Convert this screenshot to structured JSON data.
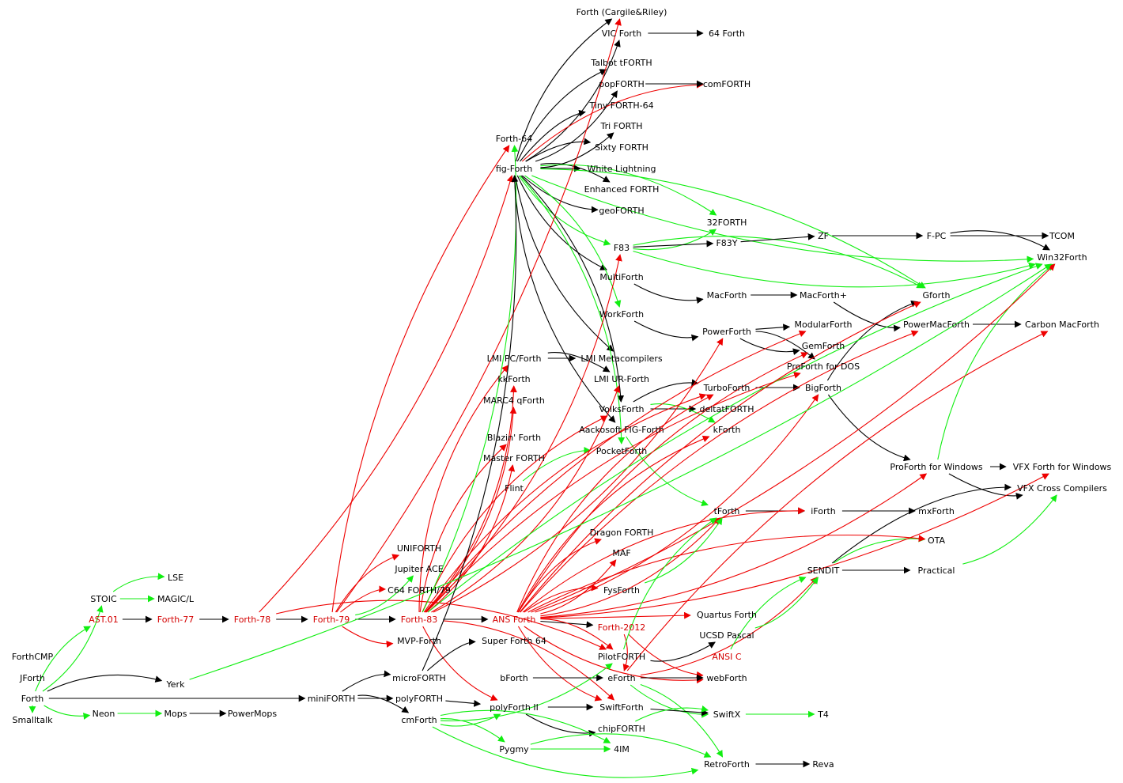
{
  "colors": {
    "black": "#000000",
    "red": "#ee0000",
    "green": "#11ee11",
    "red_label": "#d40000"
  },
  "nodes": [
    {
      "id": "forth_cargile",
      "label": "Forth (Cargile&Riley)"
    },
    {
      "id": "vic_forth",
      "label": "VIC Forth"
    },
    {
      "id": "forth64c",
      "label": "64 Forth"
    },
    {
      "id": "talbot",
      "label": "Talbot tFORTH"
    },
    {
      "id": "popforth",
      "label": "popFORTH"
    },
    {
      "id": "comforth",
      "label": "comFORTH"
    },
    {
      "id": "tiny",
      "label": "Tiny FORTH-64"
    },
    {
      "id": "tri",
      "label": "Tri FORTH"
    },
    {
      "id": "forth64",
      "label": "Forth-64"
    },
    {
      "id": "sixty",
      "label": "Sixty FORTH"
    },
    {
      "id": "fig",
      "label": "fig-Forth"
    },
    {
      "id": "white",
      "label": "White Lightning"
    },
    {
      "id": "enhanced",
      "label": "Enhanced FORTH"
    },
    {
      "id": "geo",
      "label": "geoFORTH"
    },
    {
      "id": "f32",
      "label": "32FORTH"
    },
    {
      "id": "zf",
      "label": "ZF"
    },
    {
      "id": "fpc",
      "label": "F-PC"
    },
    {
      "id": "tcom",
      "label": "TCOM"
    },
    {
      "id": "f83",
      "label": "F83"
    },
    {
      "id": "f83y",
      "label": "F83Y"
    },
    {
      "id": "win32",
      "label": "Win32Forth"
    },
    {
      "id": "multi",
      "label": "MultiForth"
    },
    {
      "id": "gforth",
      "label": "Gforth"
    },
    {
      "id": "macforth",
      "label": "MacForth"
    },
    {
      "id": "macforthp",
      "label": "MacForth+"
    },
    {
      "id": "work",
      "label": "WorkForth"
    },
    {
      "id": "modular",
      "label": "ModularForth"
    },
    {
      "id": "powermac",
      "label": "PowerMacForth"
    },
    {
      "id": "carbon",
      "label": "Carbon MacForth"
    },
    {
      "id": "power",
      "label": "PowerForth"
    },
    {
      "id": "gem",
      "label": "GemForth"
    },
    {
      "id": "lmipc",
      "label": "LMI PC/Forth"
    },
    {
      "id": "lmimeta",
      "label": "LMI Metacompilers"
    },
    {
      "id": "proforthdos",
      "label": "ProForth for DOS"
    },
    {
      "id": "kk",
      "label": "kkForth"
    },
    {
      "id": "lmiur",
      "label": "LMI UR-Forth"
    },
    {
      "id": "turbo",
      "label": "TurboForth"
    },
    {
      "id": "big",
      "label": "BigForth"
    },
    {
      "id": "marc4",
      "label": "MARC4 qForth"
    },
    {
      "id": "volks",
      "label": "VolksForth"
    },
    {
      "id": "delta",
      "label": "deltatFORTH"
    },
    {
      "id": "aackosoft",
      "label": "Aackosoft FIG-Forth"
    },
    {
      "id": "kforth",
      "label": "kForth"
    },
    {
      "id": "blazin",
      "label": "Blazin' Forth"
    },
    {
      "id": "pocket",
      "label": "PocketForth"
    },
    {
      "id": "master",
      "label": "Master FORTH"
    },
    {
      "id": "proforthwin",
      "label": "ProForth for Windows"
    },
    {
      "id": "vfxwin",
      "label": "VFX Forth for Windows"
    },
    {
      "id": "flint",
      "label": "Flint"
    },
    {
      "id": "vfxcross",
      "label": "VFX Cross Compilers"
    },
    {
      "id": "tforth",
      "label": "tForth"
    },
    {
      "id": "iforth",
      "label": "iForth"
    },
    {
      "id": "mx",
      "label": "mxForth"
    },
    {
      "id": "dragon",
      "label": "Dragon FORTH"
    },
    {
      "id": "ota",
      "label": "OTA"
    },
    {
      "id": "uniforth",
      "label": "UNIFORTH"
    },
    {
      "id": "maf",
      "label": "MAF"
    },
    {
      "id": "jupiter",
      "label": "Jupiter ACE"
    },
    {
      "id": "sendit",
      "label": "SENDIT"
    },
    {
      "id": "practical",
      "label": "Practical"
    },
    {
      "id": "lse",
      "label": "LSE"
    },
    {
      "id": "c64",
      "label": "C64 FORTH/79"
    },
    {
      "id": "fys",
      "label": "FysForth"
    },
    {
      "id": "stoic",
      "label": "STOIC"
    },
    {
      "id": "magicl",
      "label": "MAGIC/L"
    },
    {
      "id": "quartus",
      "label": "Quartus Forth"
    },
    {
      "id": "ast01",
      "label": "AST.01",
      "red": true
    },
    {
      "id": "forth77",
      "label": "Forth-77",
      "red": true
    },
    {
      "id": "forth78",
      "label": "Forth-78",
      "red": true
    },
    {
      "id": "forth79",
      "label": "Forth-79",
      "red": true
    },
    {
      "id": "forth83",
      "label": "Forth-83",
      "red": true
    },
    {
      "id": "ans",
      "label": "ANS Forth",
      "red": true
    },
    {
      "id": "forth2012",
      "label": "Forth-2012",
      "red": true
    },
    {
      "id": "ucsd",
      "label": "UCSD Pascal"
    },
    {
      "id": "mvp",
      "label": "MVP-Forth"
    },
    {
      "id": "superforth",
      "label": "Super Forth 64"
    },
    {
      "id": "ansic",
      "label": "ANSI C",
      "red": true
    },
    {
      "id": "pilot",
      "label": "PilotFORTH"
    },
    {
      "id": "forthcmp",
      "label": "ForthCMP"
    },
    {
      "id": "jforth",
      "label": "JForth"
    },
    {
      "id": "micro",
      "label": "microFORTH"
    },
    {
      "id": "bforth",
      "label": "bForth"
    },
    {
      "id": "eforth",
      "label": "eForth"
    },
    {
      "id": "web",
      "label": "webForth"
    },
    {
      "id": "yerk",
      "label": "Yerk"
    },
    {
      "id": "forth",
      "label": "Forth"
    },
    {
      "id": "mini",
      "label": "miniFORTH"
    },
    {
      "id": "poly",
      "label": "polyFORTH"
    },
    {
      "id": "polyii",
      "label": "polyForth II"
    },
    {
      "id": "swift",
      "label": "SwiftForth"
    },
    {
      "id": "smalltalk",
      "label": "Smalltalk"
    },
    {
      "id": "neon",
      "label": "Neon"
    },
    {
      "id": "mops",
      "label": "Mops"
    },
    {
      "id": "powermops",
      "label": "PowerMops"
    },
    {
      "id": "cm",
      "label": "cmForth"
    },
    {
      "id": "swiftx",
      "label": "SwiftX"
    },
    {
      "id": "t4",
      "label": "T4"
    },
    {
      "id": "chip",
      "label": "chipFORTH"
    },
    {
      "id": "pygmy",
      "label": "Pygmy"
    },
    {
      "id": "f4im",
      "label": "4IM"
    },
    {
      "id": "retro",
      "label": "RetroForth"
    },
    {
      "id": "reva",
      "label": "Reva"
    }
  ],
  "edges": [
    [
      "fig",
      "forth_cargile",
      "black"
    ],
    [
      "fig",
      "vic_forth",
      "black"
    ],
    [
      "fig",
      "talbot",
      "black"
    ],
    [
      "fig",
      "popforth",
      "black"
    ],
    [
      "fig",
      "tiny",
      "black"
    ],
    [
      "fig",
      "tri",
      "black"
    ],
    [
      "fig",
      "sixty",
      "black"
    ],
    [
      "fig",
      "white",
      "black"
    ],
    [
      "fig",
      "enhanced",
      "black"
    ],
    [
      "fig",
      "geo",
      "black"
    ],
    [
      "fig",
      "comforth",
      "red"
    ],
    [
      "vic_forth",
      "forth64c",
      "black"
    ],
    [
      "popforth",
      "comforth",
      "black"
    ],
    [
      "fig",
      "f83",
      "green"
    ],
    [
      "fig",
      "f32",
      "green"
    ],
    [
      "fig",
      "win32",
      "green"
    ],
    [
      "fig",
      "gforth",
      "green"
    ],
    [
      "fig",
      "multi",
      "black"
    ],
    [
      "fig",
      "work",
      "green"
    ],
    [
      "fig",
      "lmimeta",
      "black"
    ],
    [
      "fig",
      "volks",
      "black"
    ],
    [
      "fig",
      "aackosoft",
      "black"
    ],
    [
      "fig",
      "pocket",
      "green"
    ],
    [
      "f83",
      "f32",
      "green"
    ],
    [
      "f83",
      "f83y",
      "black"
    ],
    [
      "f83",
      "win32",
      "green"
    ],
    [
      "f83",
      "gforth",
      "green"
    ],
    [
      "f83y",
      "zf",
      "black"
    ],
    [
      "zf",
      "fpc",
      "black"
    ],
    [
      "fpc",
      "tcom",
      "black"
    ],
    [
      "fpc",
      "win32",
      "black"
    ],
    [
      "multi",
      "macforth",
      "black"
    ],
    [
      "macforth",
      "macforthp",
      "black"
    ],
    [
      "macforthp",
      "powermac",
      "black"
    ],
    [
      "powermac",
      "carbon",
      "black"
    ],
    [
      "work",
      "power",
      "black"
    ],
    [
      "power",
      "modular",
      "black"
    ],
    [
      "power",
      "gem",
      "black"
    ],
    [
      "power",
      "proforthdos",
      "black"
    ],
    [
      "lmipc",
      "lmimeta",
      "black"
    ],
    [
      "lmipc",
      "lmiur",
      "black"
    ],
    [
      "turbo",
      "big",
      "black"
    ],
    [
      "big",
      "gforth",
      "black"
    ],
    [
      "big",
      "proforthwin",
      "black"
    ],
    [
      "volks",
      "turbo",
      "black"
    ],
    [
      "volks",
      "delta",
      "black"
    ],
    [
      "volks",
      "kforth",
      "green"
    ],
    [
      "aackosoft",
      "tforth",
      "green"
    ],
    [
      "flint",
      "pocket",
      "green"
    ],
    [
      "proforthwin",
      "vfxwin",
      "black"
    ],
    [
      "proforthwin",
      "win32",
      "green"
    ],
    [
      "proforthwin",
      "vfxcross",
      "black"
    ],
    [
      "tforth",
      "iforth",
      "black"
    ],
    [
      "iforth",
      "mx",
      "black"
    ],
    [
      "sendit",
      "ota",
      "green"
    ],
    [
      "sendit",
      "practical",
      "black"
    ],
    [
      "sendit",
      "vfxcross",
      "black"
    ],
    [
      "practical",
      "vfxcross",
      "green"
    ],
    [
      "forth",
      "ast01",
      "green"
    ],
    [
      "forth",
      "stoic",
      "green"
    ],
    [
      "forth",
      "smalltalk",
      "green"
    ],
    [
      "forth",
      "neon",
      "green"
    ],
    [
      "forth",
      "yerk",
      "black"
    ],
    [
      "forth",
      "mini",
      "black"
    ],
    [
      "stoic",
      "lse",
      "green"
    ],
    [
      "stoic",
      "magicl",
      "green"
    ],
    [
      "ast01",
      "forth77",
      "black"
    ],
    [
      "forth77",
      "forth78",
      "black"
    ],
    [
      "forth78",
      "forth79",
      "black"
    ],
    [
      "forth78",
      "fig",
      "red"
    ],
    [
      "forth78",
      "pilot",
      "red"
    ],
    [
      "forth79",
      "forth83",
      "black"
    ],
    [
      "forth79",
      "uniforth",
      "red"
    ],
    [
      "forth79",
      "jupiter",
      "green"
    ],
    [
      "forth79",
      "c64",
      "red"
    ],
    [
      "forth79",
      "mvp",
      "red"
    ],
    [
      "forth79",
      "forth64",
      "red"
    ],
    [
      "forth79",
      "forth_cargile",
      "red"
    ],
    [
      "forth83",
      "ans",
      "black"
    ],
    [
      "forth83",
      "f83",
      "red"
    ],
    [
      "forth83",
      "lmipc",
      "red"
    ],
    [
      "forth83",
      "kk",
      "red"
    ],
    [
      "forth83",
      "modular",
      "red"
    ],
    [
      "forth83",
      "power",
      "red"
    ],
    [
      "forth83",
      "proforthdos",
      "red"
    ],
    [
      "forth83",
      "lmiur",
      "red"
    ],
    [
      "forth83",
      "volks",
      "red"
    ],
    [
      "forth83",
      "marc4",
      "red"
    ],
    [
      "forth83",
      "blazin",
      "red"
    ],
    [
      "forth83",
      "master",
      "red"
    ],
    [
      "forth83",
      "turbo",
      "red"
    ],
    [
      "forth83",
      "forth64",
      "green"
    ],
    [
      "forth83",
      "win32",
      "green"
    ],
    [
      "forth83",
      "polyii",
      "red"
    ],
    [
      "forth83",
      "swift",
      "red"
    ],
    [
      "ans",
      "forth2012",
      "black"
    ],
    [
      "ans",
      "dragon",
      "red"
    ],
    [
      "ans",
      "maf",
      "red"
    ],
    [
      "ans",
      "fys",
      "red"
    ],
    [
      "ans",
      "quartus",
      "red"
    ],
    [
      "ans",
      "pilot",
      "red"
    ],
    [
      "ans",
      "swift",
      "red"
    ],
    [
      "ans",
      "iforth",
      "red"
    ],
    [
      "ans",
      "tforth",
      "red"
    ],
    [
      "ans",
      "kforth",
      "red"
    ],
    [
      "ans",
      "big",
      "red"
    ],
    [
      "ans",
      "turbo",
      "red"
    ],
    [
      "ans",
      "proforthwin",
      "red"
    ],
    [
      "ans",
      "gforth",
      "red"
    ],
    [
      "ans",
      "web",
      "red"
    ],
    [
      "ans",
      "ota",
      "red"
    ],
    [
      "ans",
      "vfxwin",
      "red"
    ],
    [
      "ans",
      "powermac",
      "red"
    ],
    [
      "ans",
      "win32",
      "red"
    ],
    [
      "ans",
      "gem",
      "red"
    ],
    [
      "forth2012",
      "web",
      "red"
    ],
    [
      "forth2012",
      "eforth",
      "red"
    ],
    [
      "yerk",
      "win32",
      "green"
    ],
    [
      "neon",
      "mops",
      "green"
    ],
    [
      "mops",
      "powermops",
      "black"
    ],
    [
      "mini",
      "micro",
      "black"
    ],
    [
      "mini",
      "poly",
      "black"
    ],
    [
      "mini",
      "cm",
      "black"
    ],
    [
      "micro",
      "fig",
      "black"
    ],
    [
      "micro",
      "superforth",
      "black"
    ],
    [
      "poly",
      "polyii",
      "black"
    ],
    [
      "polyii",
      "swift",
      "black"
    ],
    [
      "polyii",
      "chip",
      "black"
    ],
    [
      "bforth",
      "eforth",
      "black"
    ],
    [
      "eforth",
      "web",
      "black"
    ],
    [
      "eforth",
      "retro",
      "green"
    ],
    [
      "eforth",
      "swiftx",
      "green"
    ],
    [
      "eforth",
      "carbon",
      "red"
    ],
    [
      "eforth",
      "sendit",
      "red"
    ],
    [
      "swift",
      "swiftx",
      "black"
    ],
    [
      "swiftx",
      "t4",
      "green"
    ],
    [
      "chip",
      "swiftx",
      "green"
    ],
    [
      "cm",
      "pilot",
      "green"
    ],
    [
      "cm",
      "pygmy",
      "green"
    ],
    [
      "cm",
      "retro",
      "green"
    ],
    [
      "cm",
      "f4im",
      "green"
    ],
    [
      "cm",
      "polyii",
      "green"
    ],
    [
      "pygmy",
      "retro",
      "green"
    ],
    [
      "pygmy",
      "f4im",
      "green"
    ],
    [
      "retro",
      "reva",
      "black"
    ],
    [
      "ucsd",
      "sendit",
      "green"
    ],
    [
      "ansic",
      "sendit",
      "green"
    ],
    [
      "pilot",
      "ucsd",
      "black"
    ],
    [
      "pilot",
      "tforth",
      "green"
    ],
    [
      "fys",
      "tforth",
      "green"
    ]
  ]
}
